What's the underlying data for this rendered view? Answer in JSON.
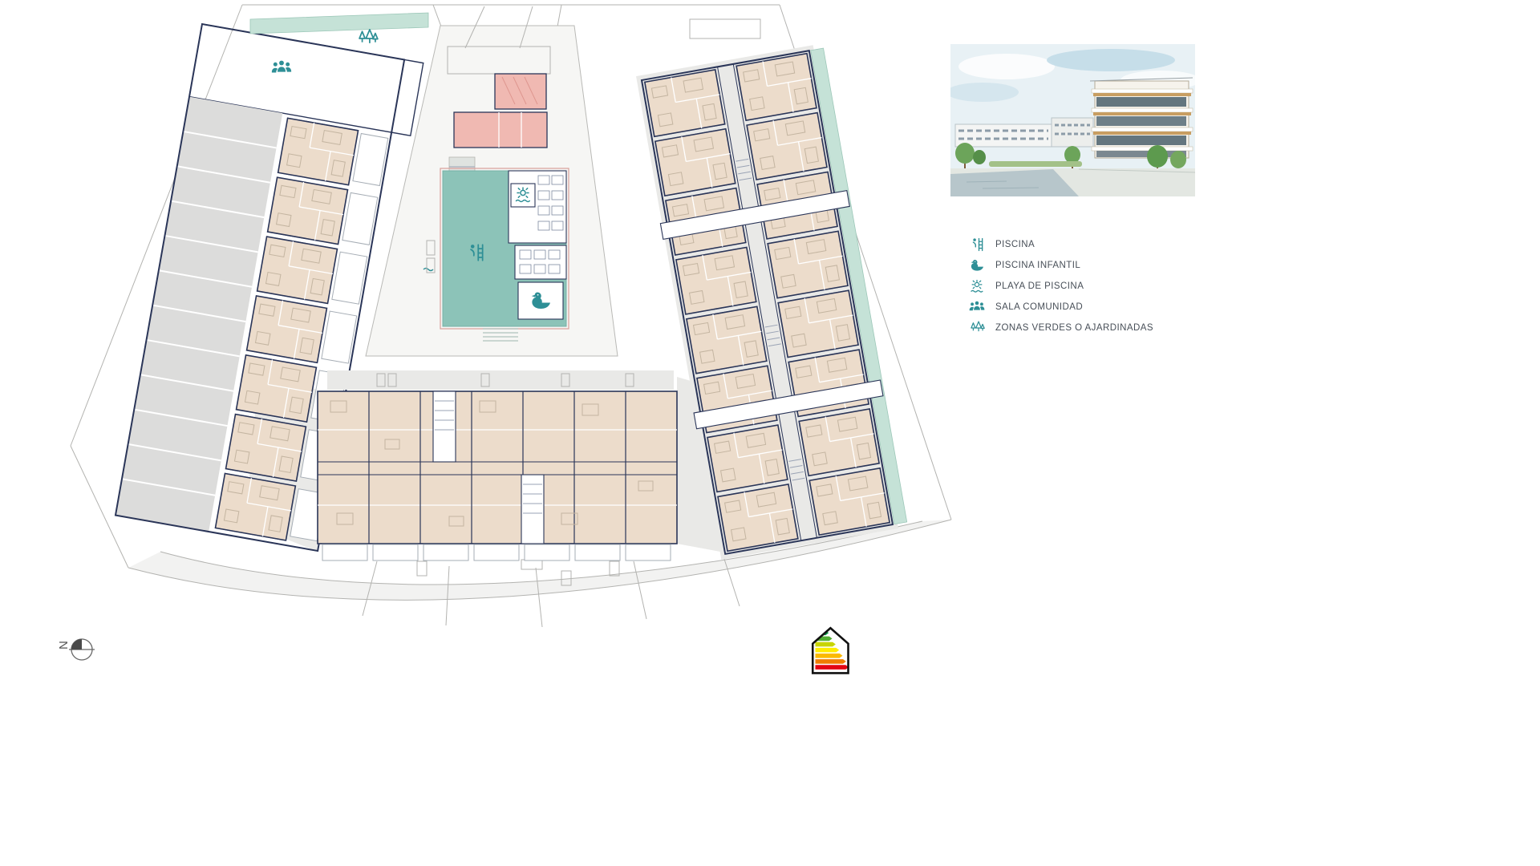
{
  "legend": {
    "items": [
      {
        "icon": "pool-ladder-icon",
        "label": "PISCINA"
      },
      {
        "icon": "infant-pool-duck-icon",
        "label": "PISCINA INFANTIL"
      },
      {
        "icon": "pool-beach-icon",
        "label": "PLAYA DE PISCINA"
      },
      {
        "icon": "community-room-icon",
        "label": "SALA COMUNIDAD"
      },
      {
        "icon": "green-areas-icon",
        "label": "ZONAS VERDES O AJARDINADAS"
      }
    ]
  },
  "compass": {
    "north_label": "N"
  },
  "energy_label": {
    "colors": [
      "#009640",
      "#52ae32",
      "#c8d400",
      "#ffed00",
      "#fbba00",
      "#ef7d00",
      "#e30613"
    ]
  },
  "colors": {
    "pool": "#8cc3b8",
    "green-strip": "#c5e2d7",
    "room": "#ecdccb",
    "room-pink": "#f0b9b2",
    "wall": "#2a3558",
    "site-gray": "#dcdcdb",
    "terrace-gray": "#e9e9e7",
    "legend-teal": "#2e8f96",
    "text": "#474e57"
  }
}
